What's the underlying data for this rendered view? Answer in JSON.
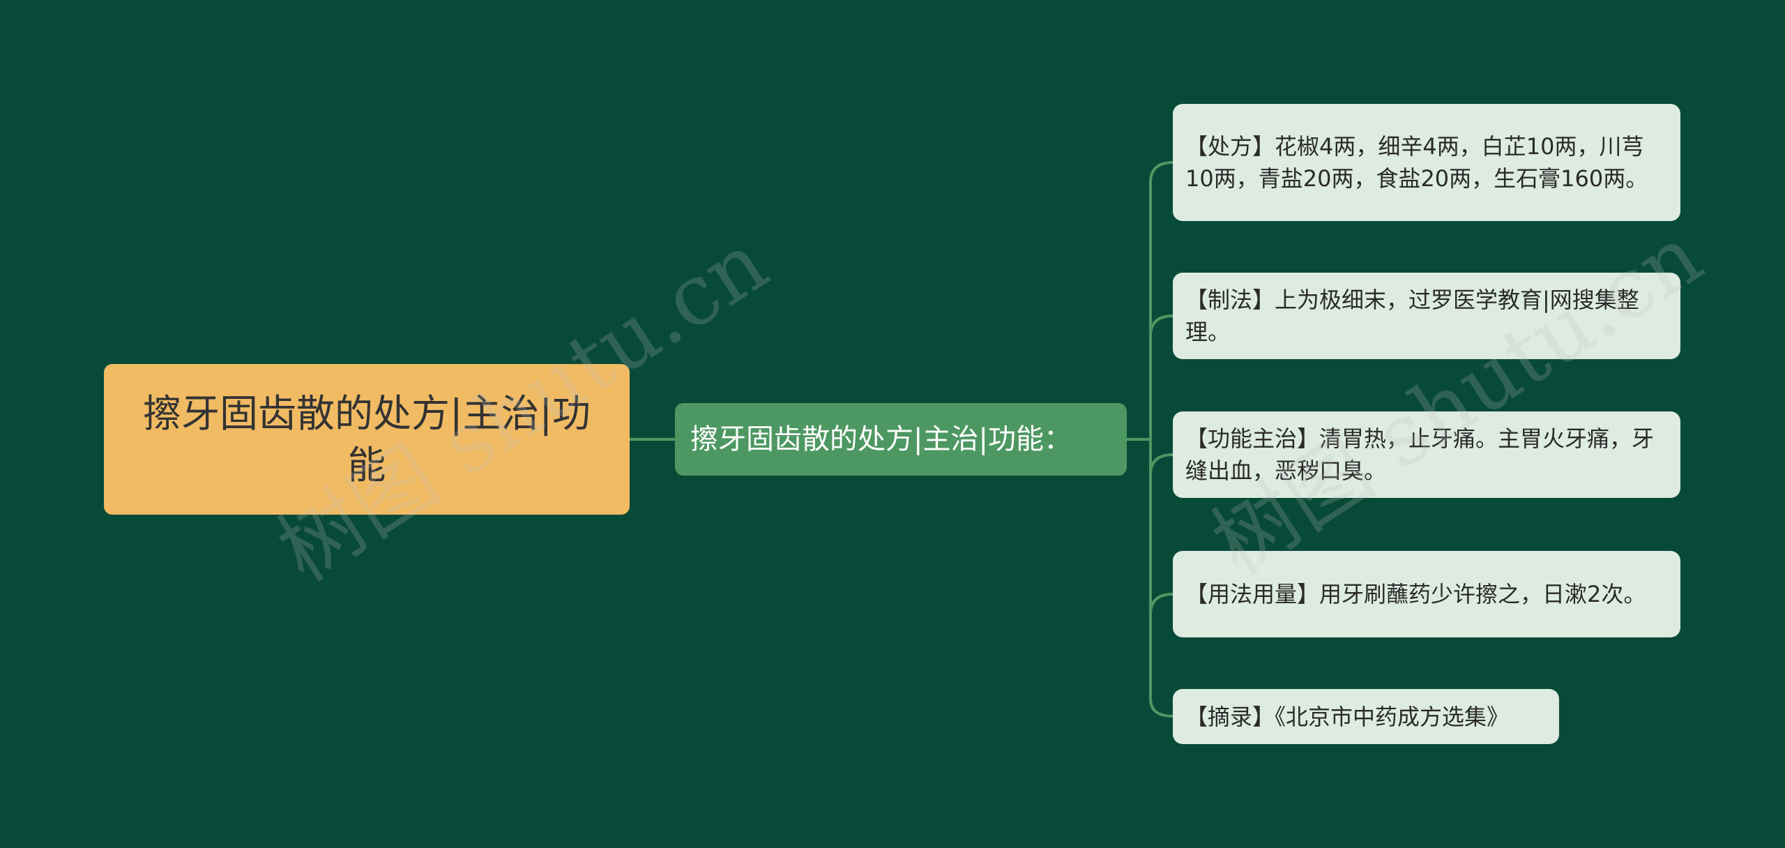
{
  "colors": {
    "background": "#084a38",
    "root_fill": "#f1bb63",
    "branch_fill": "#4d9862",
    "leaf_fill": "#ddebe0",
    "connector": "#4d9862"
  },
  "root": {
    "label": "擦牙固齿散的处方|主治|功能"
  },
  "branch": {
    "label": "擦牙固齿散的处方|主治|功能："
  },
  "leaves": [
    {
      "text": "【处方】花椒4两，细辛4两，白芷10两，川芎10两，青盐20两，食盐20两，生石膏160两。"
    },
    {
      "text": "【制法】上为极细末，过罗医学教育|网搜集整理。"
    },
    {
      "text": "【功能主治】清胃热，止牙痛。主胃火牙痛，牙缝出血，恶秽口臭。"
    },
    {
      "text": "【用法用量】用牙刷蘸药少许擦之，日漱2次。"
    },
    {
      "text": "【摘录】《北京市中药成方选集》"
    }
  ],
  "watermark": {
    "text": "树图 shutu.cn"
  }
}
